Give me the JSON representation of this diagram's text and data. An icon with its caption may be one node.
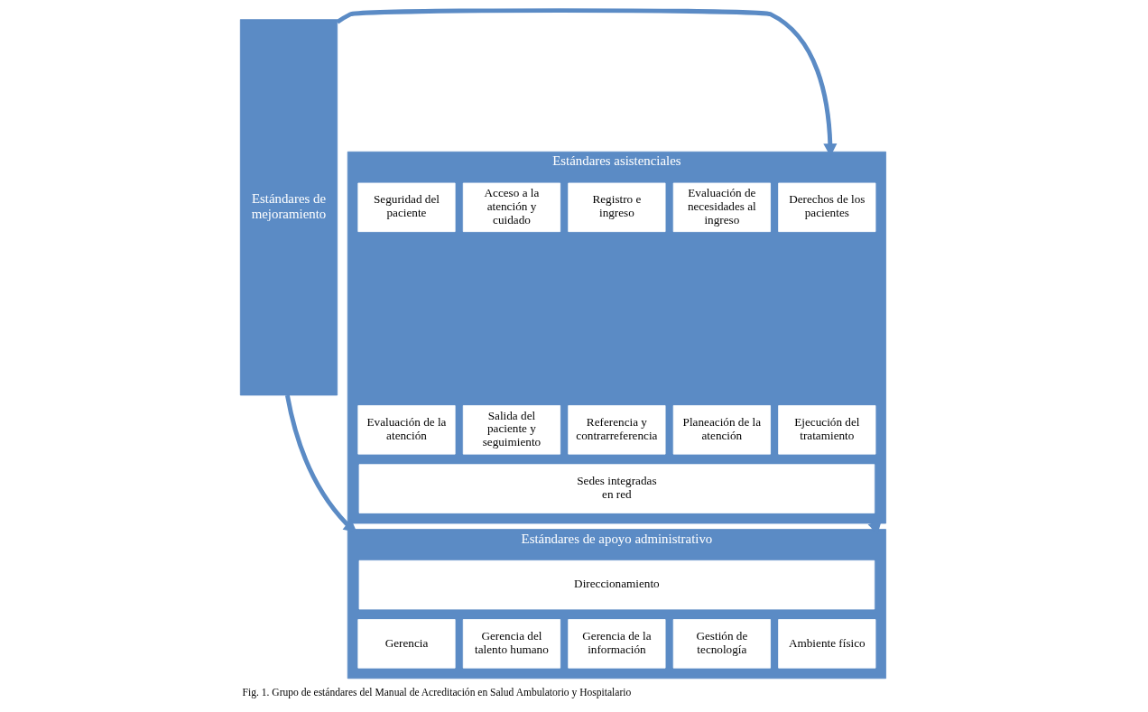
{
  "diagram": {
    "caption": "Fig. 1. Grupo de estándares del Manual de Acreditación en Salud Ambulatorio y Hospitalario",
    "nodes": [
      {
        "text": [
          "Estándares de mejoramiento"
        ]
      },
      {
        "text": [
          "Estándares asistenciales"
        ]
      },
      {
        "text": [
          "Derechos de los pacientes"
        ],
        "in": 1
      },
      {
        "text": [
          "Seguridad del paciente"
        ],
        "in": 1
      },
      {
        "text": [
          "Acceso a la atención y cuidado"
        ],
        "in": 1
      },
      {
        "text": [
          "Registro e ingreso"
        ],
        "in": 1
      },
      {
        "text": [
          "Evaluación de necesidades al ingreso"
        ],
        "in": 1
      },
      {
        "text": [
          "Planeación de la atención"
        ],
        "in": 1
      },
      {
        "text": [
          "Ejecución del tratamiento"
        ],
        "in": 1
      },
      {
        "text": [
          "Evaluación de la atención"
        ],
        "in": 1
      },
      {
        "text": [
          "Salida del paciente y seguimiento"
        ],
        "in": 1
      },
      {
        "text": [
          "Referencia y contrarreferencia"
        ],
        "in": 1
      },
      {
        "text": [
          "Sedes integradas en red"
        ],
        "in": 1
      },
      {
        "text": [
          "Estándares de apoyo administrativo"
        ]
      },
      {
        "text": [
          "Direccionamiento"
        ],
        "in": 13
      },
      {
        "text": [
          "Gerencia"
        ],
        "in": 13
      },
      {
        "text": [
          "Gerencia del talento humano"
        ],
        "in": 13
      },
      {
        "text": [
          "Gerencia de la información"
        ],
        "in": 13
      },
      {
        "text": [
          "Gestión de tecnología"
        ],
        "in": 13
      },
      {
        "text": [
          "Ambiente físico"
        ],
        "in": 13
      }
    ],
    "edges": [
      {
        "from": 0,
        "to": 1,
        "arrow": "to"
      },
      {
        "from": 0,
        "to": 13,
        "arrow": "to"
      },
      {
        "from": 13,
        "to": 1,
        "arrow": "to"
      }
    ]
  }
}
